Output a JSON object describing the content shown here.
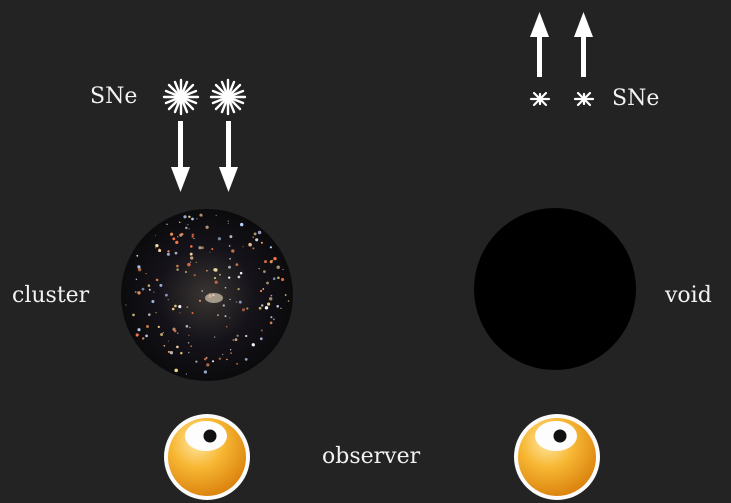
{
  "labels": {
    "sne_left": "SNe",
    "sne_right": "SNe",
    "cluster": "cluster",
    "void": "void",
    "observer": "observer"
  },
  "colors": {
    "background": "#232323",
    "text": "#f2f2f2",
    "arrow": "#ffffff",
    "void_fill": "#000000",
    "observer_body": "#f2a623",
    "cluster_fill": "#0b0a0c"
  },
  "icons": {
    "supernova": "starburst-icon",
    "observer": "eyeball-icon"
  }
}
